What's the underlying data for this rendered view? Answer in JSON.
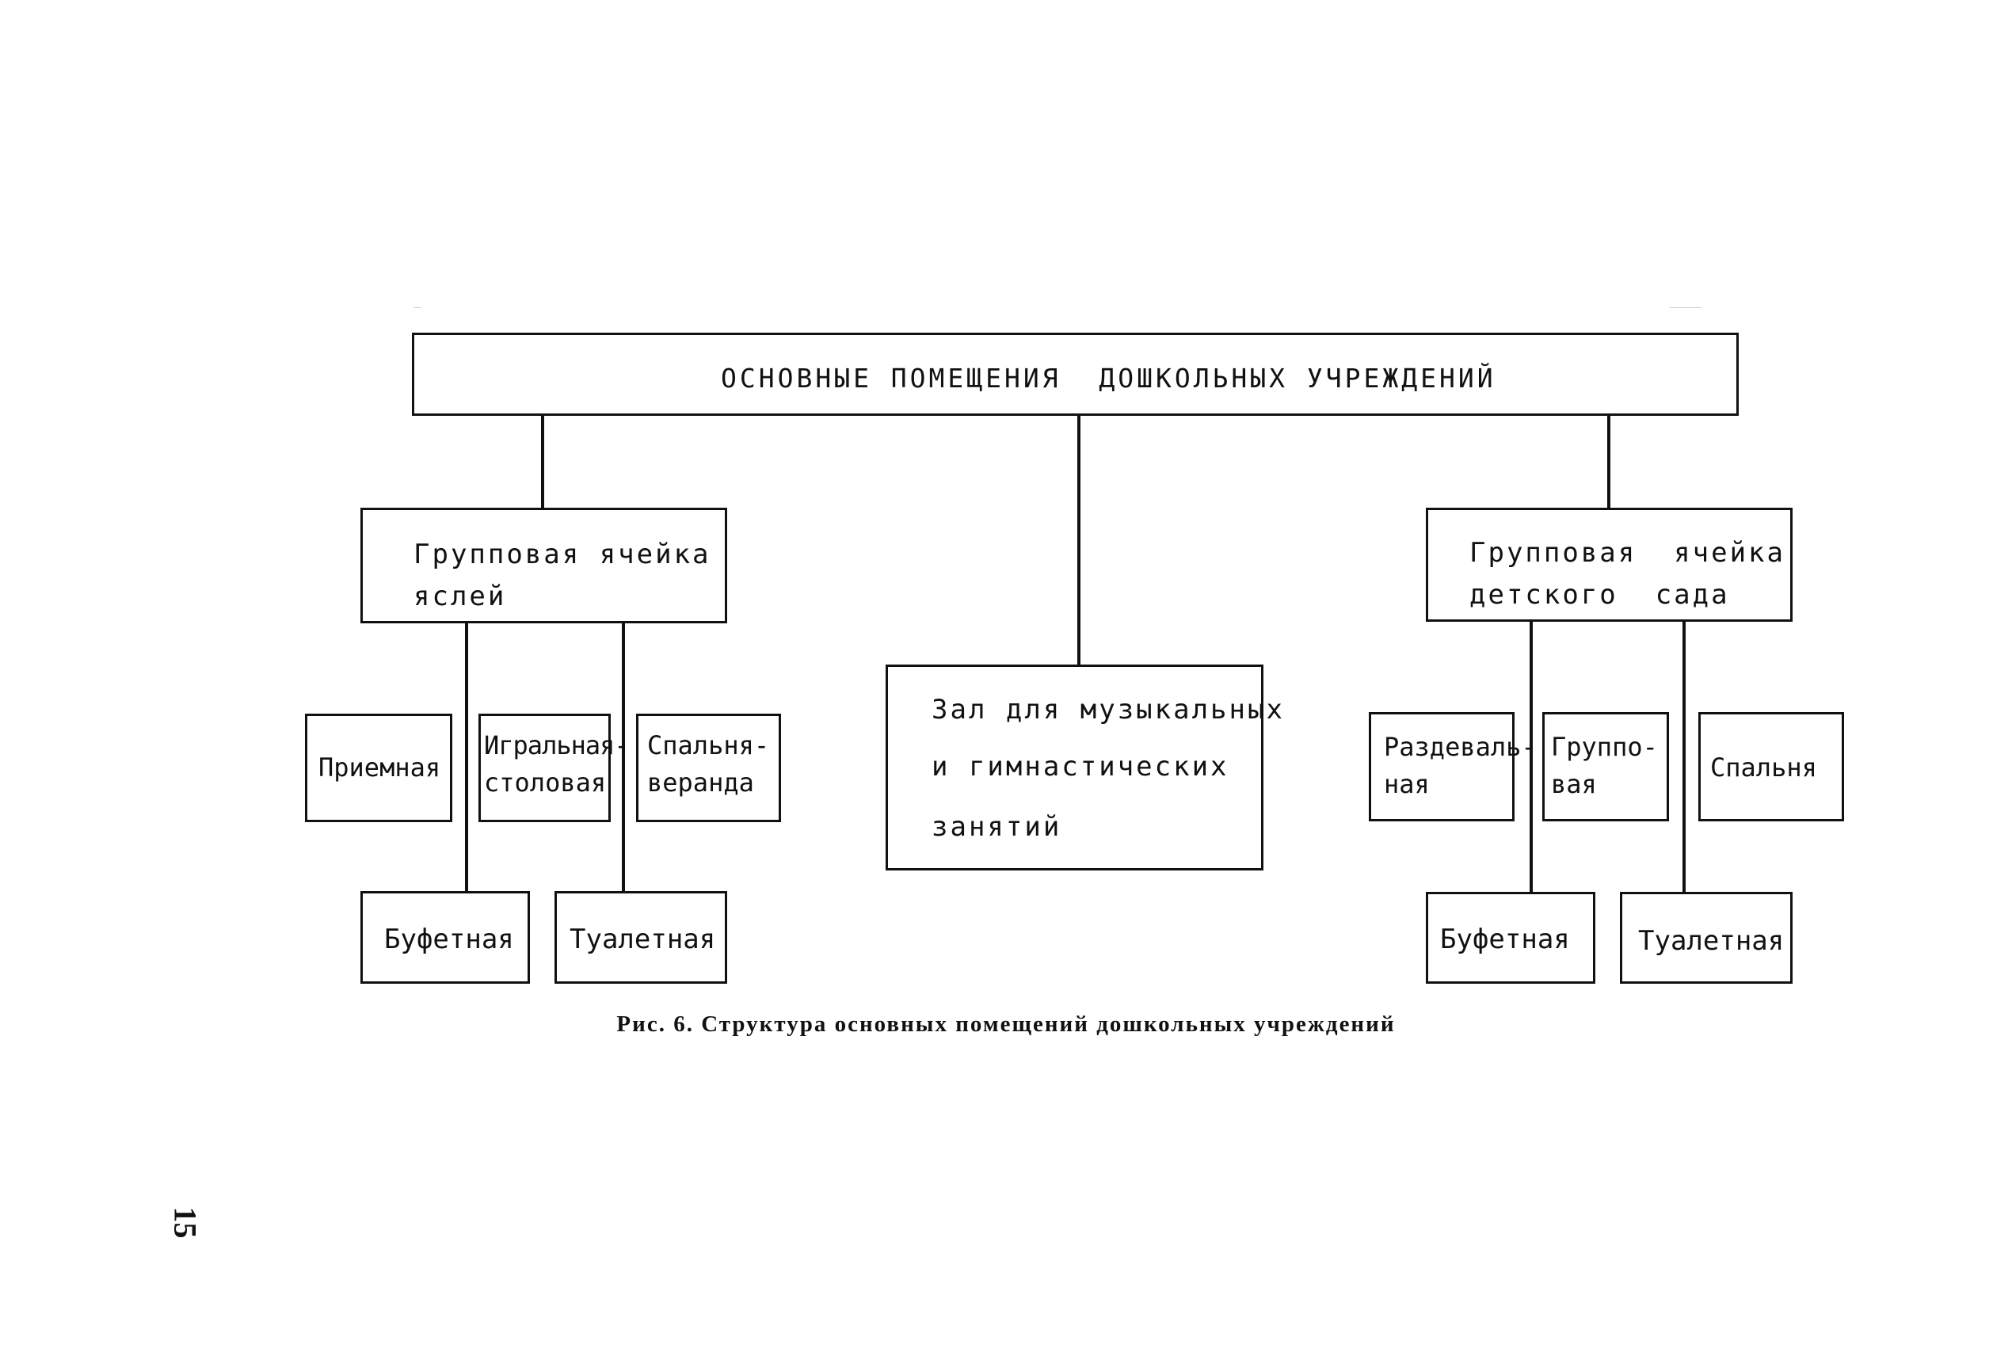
{
  "diagram": {
    "root": {
      "label": "ОСНОВНЫЕ ПОМЕЩЕНИЯ  ДОШКОЛЬНЫХ УЧРЕЖДЕНИЙ"
    },
    "nursery_group": {
      "line1": "Групповая ячейка",
      "line2": "яслей",
      "rooms": {
        "reception": "Приемная",
        "play_dining_1": "Игральная-",
        "play_dining_2": "столовая",
        "sleep_veranda_1": "Спальня-",
        "sleep_veranda_2": "веранда",
        "pantry": "Буфетная",
        "toilet": "Туалетная"
      }
    },
    "hall": {
      "line1": "Зал для музыкальных",
      "line2": "и гимнастических",
      "line3": "занятий"
    },
    "kindergarten_group": {
      "line1": "Групповая  ячейка",
      "line2": "детского  сада",
      "rooms": {
        "cloakroom_1": "Раздеваль-",
        "cloakroom_2": "ная",
        "group_room_1": "Группо-",
        "group_room_2": "вая",
        "bedroom": "Спальня",
        "pantry": "Буфетная",
        "toilet": "Туалетная"
      }
    }
  },
  "caption": "Рис. 6. Структура основных помещений дошкольных учреждений",
  "page_number": "15"
}
